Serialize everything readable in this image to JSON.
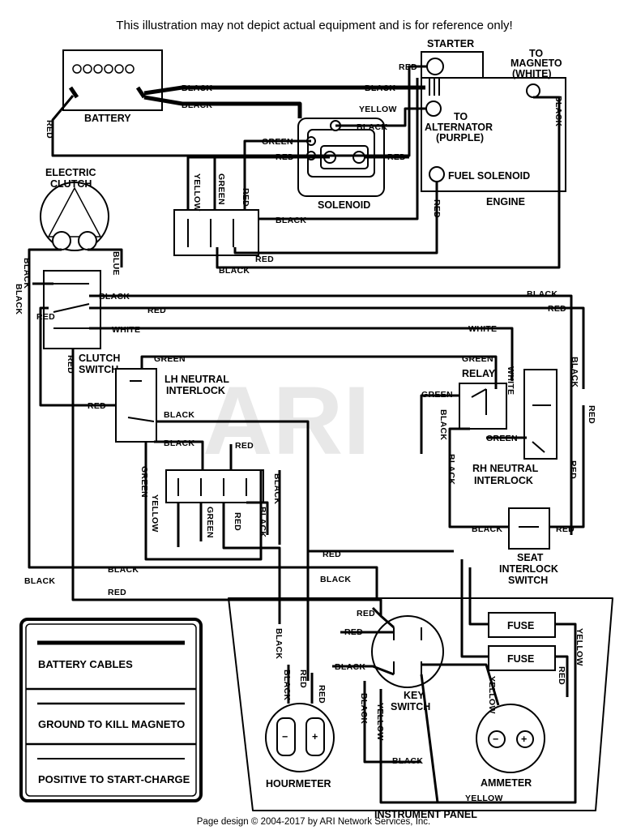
{
  "header": {
    "notice": "This illustration may not depict actual equipment and is for reference only!"
  },
  "watermark": "ARI",
  "components": {
    "battery": "BATTERY",
    "starter": "STARTER",
    "to_magneto_1": "TO",
    "to_magneto_2": "MAGNETO",
    "to_magneto_3": "(WHITE)",
    "to_alternator_1": "TO",
    "to_alternator_2": "ALTERNATOR",
    "to_alternator_3": "(PURPLE)",
    "fuel_solenoid": "FUEL SOLENOID",
    "engine": "ENGINE",
    "solenoid": "SOLENOID",
    "electric_clutch_1": "ELECTRIC",
    "electric_clutch_2": "CLUTCH",
    "clutch_switch_1": "CLUTCH",
    "clutch_switch_2": "SWITCH",
    "lh_neutral_1": "LH NEUTRAL",
    "lh_neutral_2": "INTERLOCK",
    "relay": "RELAY",
    "rh_neutral_1": "RH NEUTRAL",
    "rh_neutral_2": "INTERLOCK",
    "seat_1": "SEAT",
    "seat_2": "INTERLOCK",
    "seat_3": "SWITCH",
    "fuse_1": "FUSE",
    "fuse_2": "FUSE",
    "key_switch_1": "KEY",
    "key_switch_2": "SWITCH",
    "hourmeter": "HOURMETER",
    "ammeter": "AMMETER",
    "instrument_panel": "INSTRUMENT PANEL",
    "minus": "−",
    "plus": "+"
  },
  "wire_colors": {
    "black": "BLACK",
    "red": "RED",
    "yellow": "YELLOW",
    "green": "GREEN",
    "white": "WHITE",
    "blue": "BLUE"
  },
  "legend": {
    "items": [
      {
        "label": "BATTERY CABLES"
      },
      {
        "label": "GROUND TO KILL MAGNETO"
      },
      {
        "label": "POSITIVE TO START-CHARGE"
      }
    ]
  },
  "footer": {
    "credit": "Page design © 2004-2017 by ARI Network Services, Inc."
  }
}
